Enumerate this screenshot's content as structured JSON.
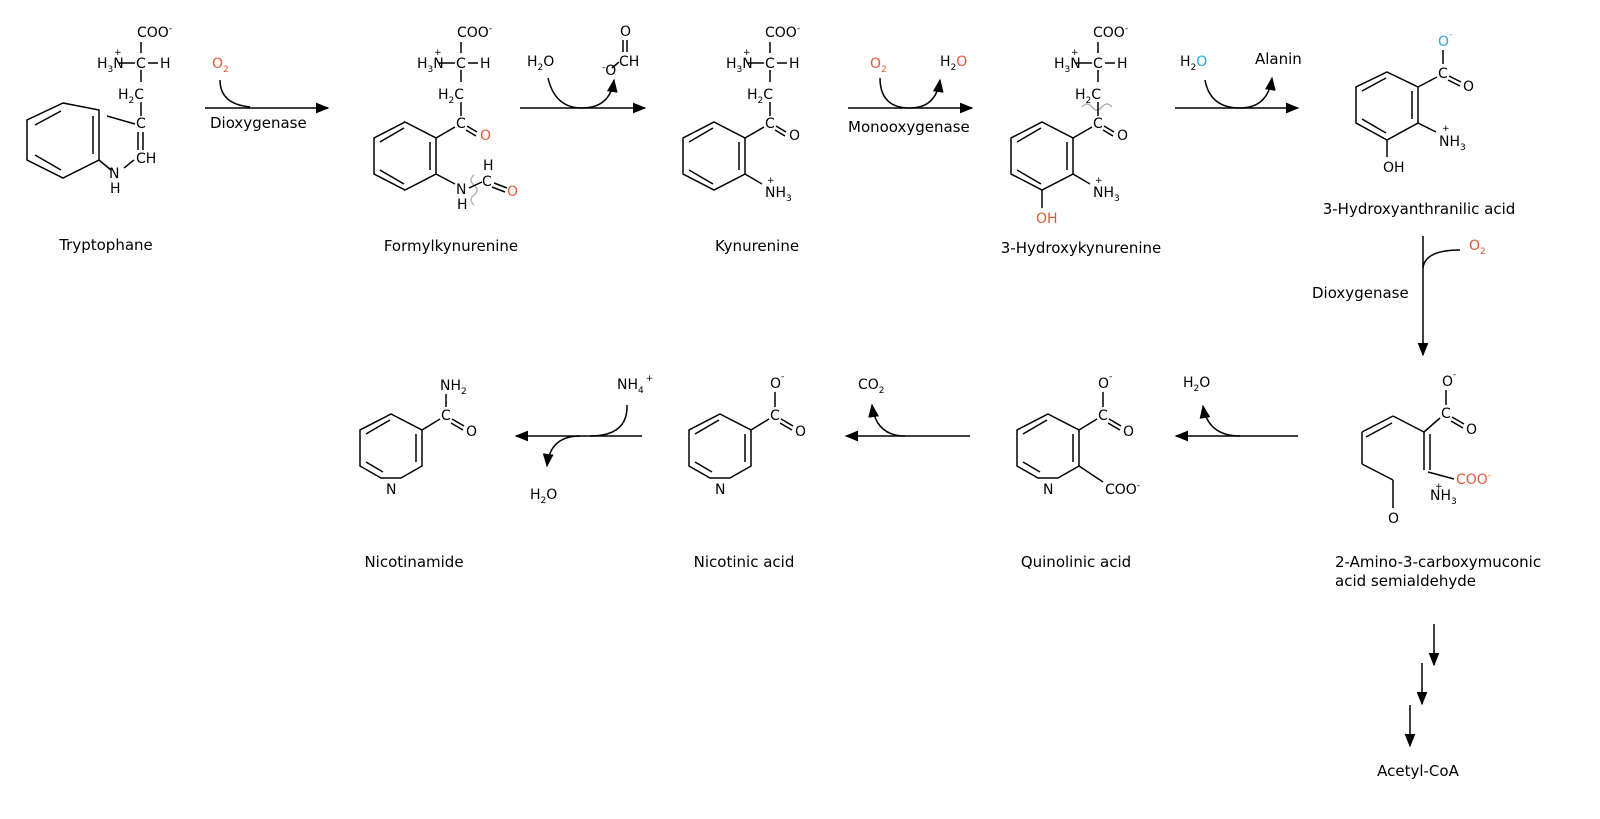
{
  "compounds": {
    "tryptophane": "Tryptophane",
    "formylkynurenine": "Formylkynurenine",
    "kynurenine": "Kynurenine",
    "hydroxykynurenine": "3-Hydroxykynurenine",
    "hydroxyanthranilic": "3-Hydroxyanthranilic acid",
    "acms_line1": "2-Amino-3-carboxymuconic",
    "acms_line2": "acid semialdehyde",
    "quinolinic": "Quinolinic acid",
    "nicotinic": "Nicotinic acid",
    "nicotinamide": "Nicotinamide",
    "acetylcoa": "Acetyl-CoA"
  },
  "enzymes": {
    "dioxygenase_1": "Dioxygenase",
    "monooxygenase": "Monooxygenase",
    "dioxygenase_2": "Dioxygenase"
  },
  "cosubstrates": {
    "o2": "O",
    "h2o": "H",
    "alanin": "Alanin",
    "co2": "CO",
    "nh4": "NH"
  },
  "atoms": {
    "coo": "COO",
    "h3n": "H",
    "c": "C",
    "h": "H",
    "o": "O",
    "n": "N",
    "nh": "NH",
    "ch": "CH",
    "oh": "OH",
    "minus": "-",
    "plus": "+",
    "two": "2",
    "three": "3"
  },
  "colors": {
    "oxygen_highlight": "#e05a3a",
    "water_oxygen": "#2aa6d6",
    "bond": "#000000",
    "cleavage_mark": "#b0b0b0"
  }
}
